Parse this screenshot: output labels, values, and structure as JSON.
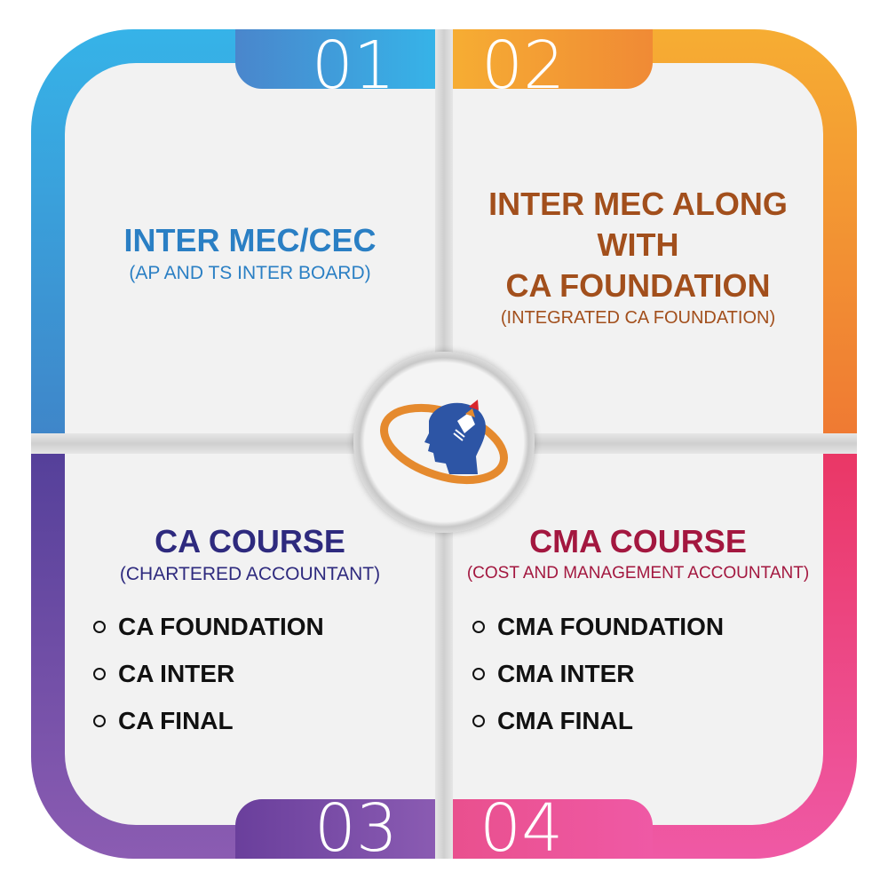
{
  "quadrants": [
    {
      "number": "01",
      "title": "INTER MEC/CEC",
      "subtitle": "(AP AND TS INTER BOARD)",
      "color": "#2a7fc4"
    },
    {
      "number": "02",
      "title_lines": [
        "INTER MEC ALONG",
        "WITH",
        "CA FOUNDATION"
      ],
      "subtitle": "(INTEGRATED CA FOUNDATION)",
      "color": "#a24f1c"
    },
    {
      "number": "03",
      "title": "CA COURSE",
      "subtitle": "(CHARTERED ACCOUNTANT)",
      "items": [
        "CA FOUNDATION",
        "CA INTER",
        "CA FINAL"
      ],
      "color": "#2e2a7e"
    },
    {
      "number": "04",
      "title": "CMA COURSE",
      "subtitle": "(COST AND MANAGEMENT ACCOUNTANT)",
      "items": [
        "CMA FOUNDATION",
        "CMA INTER",
        "CMA FINAL"
      ],
      "color": "#a3173f"
    }
  ],
  "logo": {
    "icon": "head-with-book-logo"
  }
}
